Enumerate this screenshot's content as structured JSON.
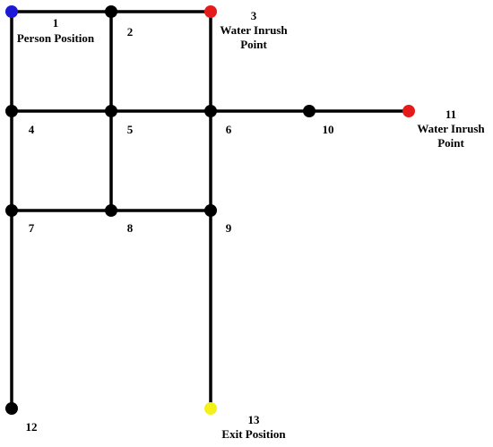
{
  "diagram": {
    "colors": {
      "edge": "#000000",
      "node_default": "#000000",
      "person": "#1a1ad6",
      "water_inrush": "#e51b1b",
      "exit": "#f2f21a"
    },
    "nodes": [
      {
        "id": "1",
        "number": "1",
        "role": "person",
        "caption": [
          "Person Position"
        ]
      },
      {
        "id": "2",
        "number": "2",
        "role": "default",
        "caption": []
      },
      {
        "id": "3",
        "number": "3",
        "role": "water_inrush",
        "caption": [
          "Water Inrush",
          "Point"
        ]
      },
      {
        "id": "4",
        "number": "4",
        "role": "default",
        "caption": []
      },
      {
        "id": "5",
        "number": "5",
        "role": "default",
        "caption": []
      },
      {
        "id": "6",
        "number": "6",
        "role": "default",
        "caption": []
      },
      {
        "id": "7",
        "number": "7",
        "role": "default",
        "caption": []
      },
      {
        "id": "8",
        "number": "8",
        "role": "default",
        "caption": []
      },
      {
        "id": "9",
        "number": "9",
        "role": "default",
        "caption": []
      },
      {
        "id": "10",
        "number": "10",
        "role": "default",
        "caption": []
      },
      {
        "id": "11",
        "number": "11",
        "role": "water_inrush",
        "caption": [
          "Water Inrush",
          "Point"
        ]
      },
      {
        "id": "12",
        "number": "12",
        "role": "default",
        "caption": []
      },
      {
        "id": "13",
        "number": "13",
        "role": "exit",
        "caption": [
          "Exit Position"
        ]
      }
    ],
    "edges": [
      [
        "1",
        "2"
      ],
      [
        "2",
        "3"
      ],
      [
        "1",
        "4"
      ],
      [
        "2",
        "5"
      ],
      [
        "3",
        "6"
      ],
      [
        "4",
        "5"
      ],
      [
        "5",
        "6"
      ],
      [
        "6",
        "10"
      ],
      [
        "10",
        "11"
      ],
      [
        "4",
        "7"
      ],
      [
        "5",
        "8"
      ],
      [
        "6",
        "9"
      ],
      [
        "7",
        "8"
      ],
      [
        "8",
        "9"
      ],
      [
        "7",
        "12"
      ],
      [
        "9",
        "13"
      ]
    ]
  }
}
